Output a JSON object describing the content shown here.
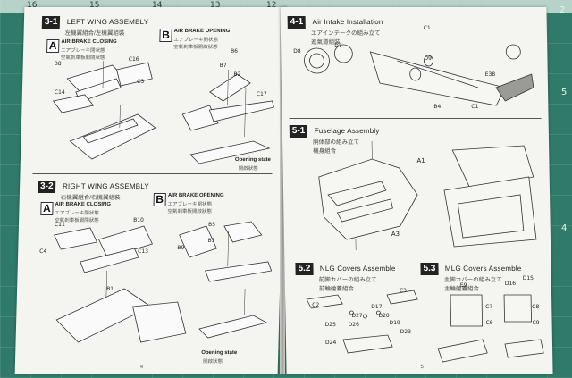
{
  "ruler": {
    "marks": [
      "16",
      "15",
      "14",
      "13",
      "12"
    ]
  },
  "mat_numbers": {
    "right_top": "2",
    "right_mid": "5",
    "right_low": "4"
  },
  "left_page": {
    "page_number": "4",
    "section_31": {
      "badge": "3-1",
      "title": "LEFT WING ASSEMBLY",
      "title_cn": "左機翼組合/左機翼組裝",
      "box_a": "A",
      "box_b": "B",
      "a_title": "AIR BRAKE CLOSING",
      "a_cn": "エアブレーキ閉状態\n空氣剎車板關閉狀態",
      "b_title": "AIR BRAKE OPENING",
      "b_cn": "エアブレーキ開状態\n空氣剎車板開啟狀態",
      "labels": [
        "B8",
        "C16",
        "C14",
        "C3",
        "B6",
        "B7",
        "B2",
        "C17"
      ],
      "open_state": "Opening state",
      "open_state_cn": "開啟狀態"
    },
    "section_32": {
      "badge": "3-2",
      "title": "RIGHT WING ASSEMBLY",
      "title_cn": "右機翼組合/右機翼組裝",
      "box_a": "A",
      "box_b": "B",
      "a_title": "AIR BRAKE CLOSING",
      "a_cn": "エアブレーキ閉状態\n空氣剎車板關閉狀態",
      "b_title": "AIR BRAKE OPENING",
      "b_cn": "エアブレーキ開状態\n空氣剎車板開啟狀態",
      "labels": [
        "C11",
        "B10",
        "C4",
        "C13",
        "B5",
        "B9",
        "B3",
        "B1"
      ],
      "open_state": "Opening state",
      "open_state_cn": "開啟狀態"
    }
  },
  "right_page": {
    "page_number": "5",
    "section_41": {
      "badge": "4-1",
      "title": "Air Intake Installation",
      "title_cn": "エアインテークの組み立て\n進氣道組裝",
      "labels": [
        "C1",
        "D7",
        "D8",
        "D9",
        "B4",
        "E38",
        "C1"
      ]
    },
    "section_51": {
      "badge": "5-1",
      "title": "Fuselage Assembly",
      "title_cn": "胴体部の組み立て\n機身組合",
      "labels": [
        "A1",
        "A3"
      ]
    },
    "section_52": {
      "badge": "5.2",
      "title": "NLG Covers Assemble",
      "title_cn": "前脚カバーの組み立て\n前輪艙蓋組合",
      "labels": [
        "C2",
        "C3",
        "D17",
        "D27",
        "D26",
        "D20",
        "D19",
        "D23",
        "D24",
        "D25"
      ]
    },
    "section_53": {
      "badge": "5.3",
      "title": "MLG Covers Assemble",
      "title_cn": "主脚カバーの組み立て\n主輪艙蓋組合",
      "labels": [
        "E9",
        "D16",
        "D15",
        "C7",
        "C6",
        "C8",
        "C9"
      ]
    }
  }
}
